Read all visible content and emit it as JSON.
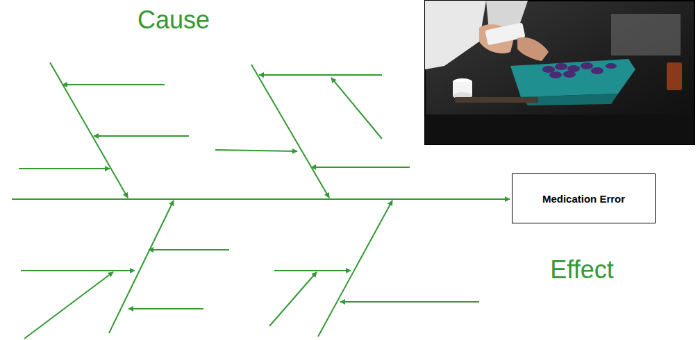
{
  "diagram": {
    "nodes": [
      {
        "text": [
          "Medication Error"
        ]
      }
    ],
    "labels": [
      "Cause",
      "Effect"
    ]
  }
}
